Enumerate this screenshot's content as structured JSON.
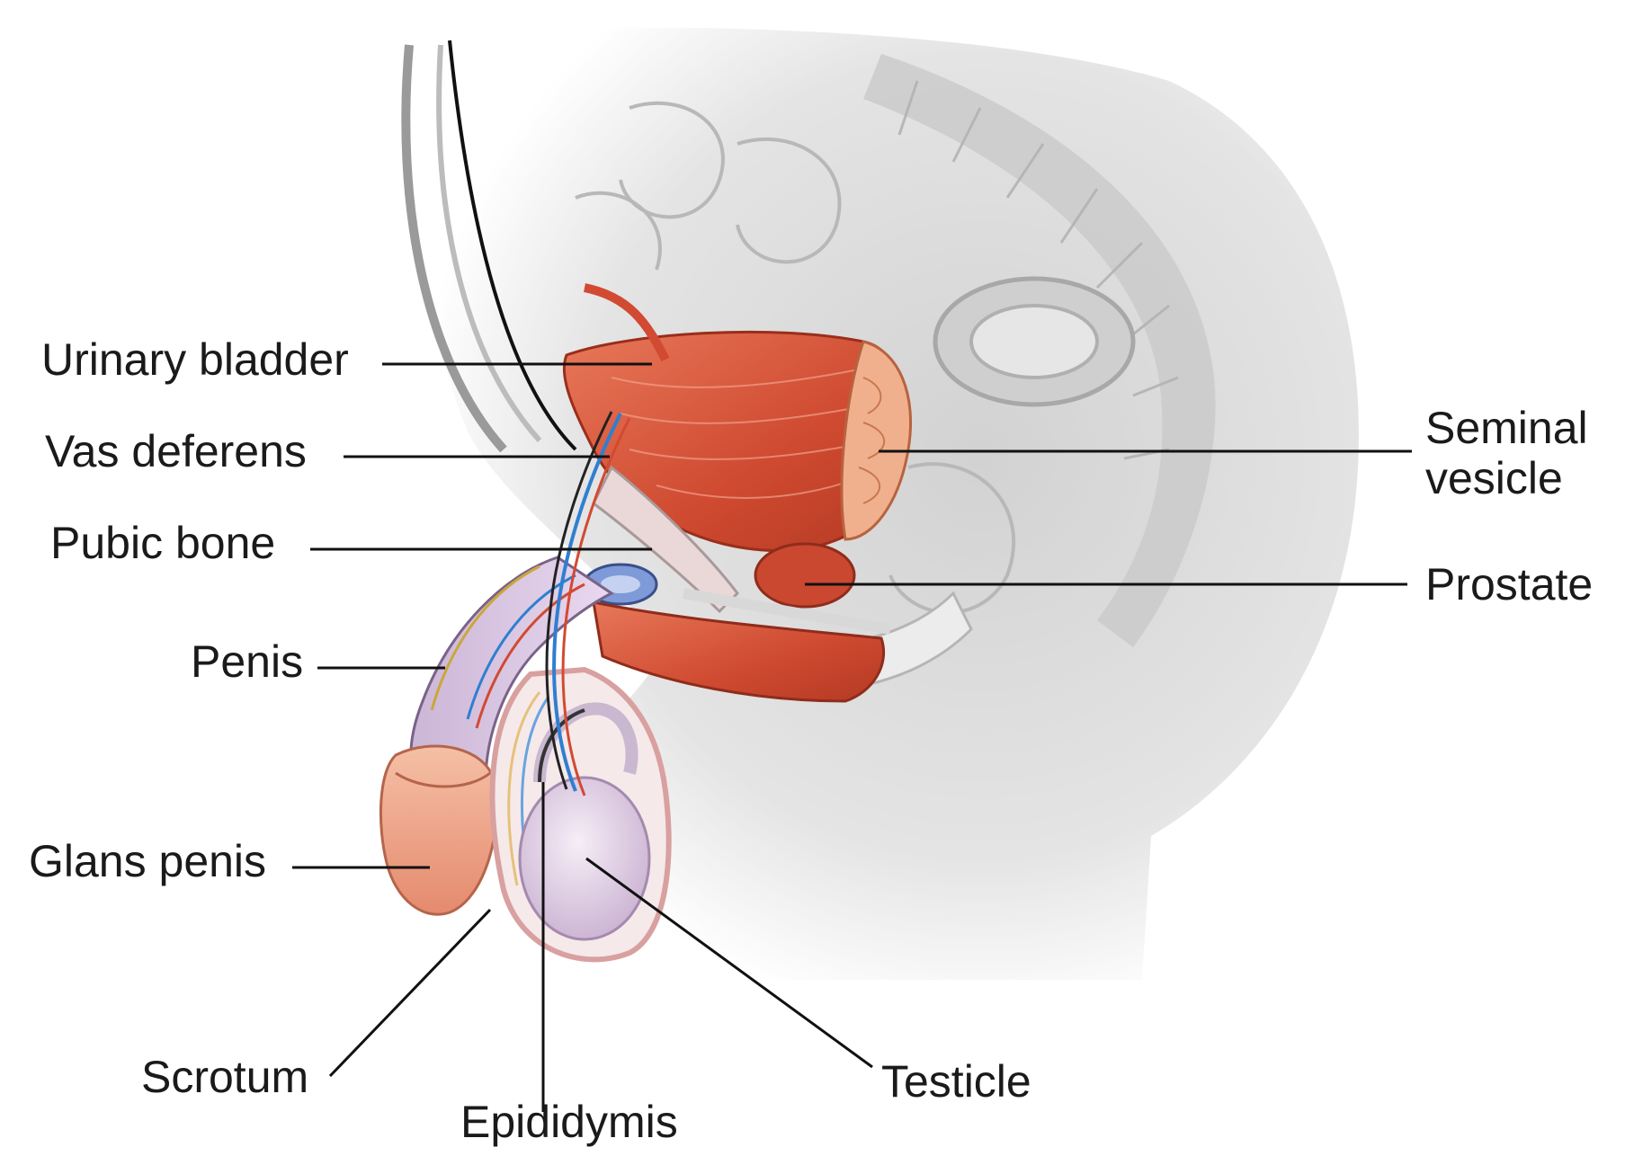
{
  "labels": {
    "urinary_bladder": "Urinary bladder",
    "vas_deferens": "Vas deferens",
    "pubic_bone": "Pubic bone",
    "penis": "Penis",
    "glans_penis": "Glans penis",
    "scrotum": "Scrotum",
    "epididymis": "Epididymis",
    "testicle": "Testicle",
    "seminal_vesicle_line1": "Seminal",
    "seminal_vesicle_line2": "vesicle",
    "prostate": "Prostate"
  },
  "colors": {
    "background": "#ffffff",
    "body_gray": "#d9d9d9",
    "muscle_red": "#d9543a",
    "skin_pink": "#f0a48a",
    "testicle_lilac": "#e6d6ea",
    "leader_line": "#111111"
  }
}
